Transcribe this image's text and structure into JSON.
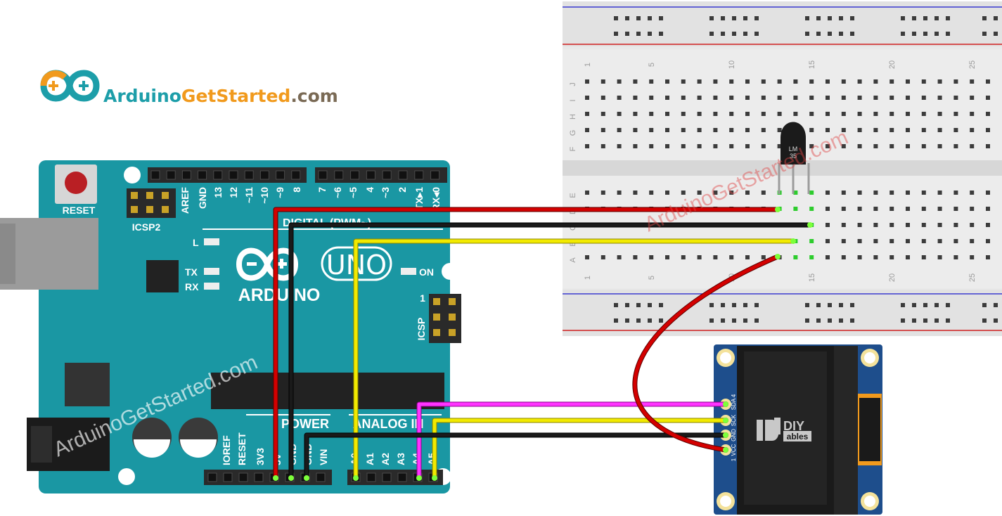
{
  "site": {
    "brand_part1": "Arduino",
    "brand_part2": "GetStarted",
    "brand_part3": ".com",
    "watermark": "ArduinoGetStarted.com"
  },
  "arduino": {
    "reset_label": "RESET",
    "icsp2_label": "ICSP2",
    "icsp_label": "ICSP",
    "icsp_pin1": "1",
    "logo_text": "ARDUINO",
    "model_text": "UNO",
    "digital_header": "DIGITAL (PWM~)",
    "power_header": "POWER",
    "analog_header": "ANALOG IN",
    "led_labels": [
      "L",
      "TX",
      "RX",
      "ON"
    ],
    "digital_pins": [
      "AREF",
      "GND",
      "13",
      "12",
      "~11",
      "~10",
      "~9",
      "8",
      "7",
      "~6",
      "~5",
      "4",
      "~3",
      "2",
      "TX▸1",
      "RX◂0"
    ],
    "power_pins": [
      "IOREF",
      "RESET",
      "3V3",
      "5V",
      "GND",
      "GND",
      "VIN"
    ],
    "analog_pins": [
      "A0",
      "A1",
      "A2",
      "A3",
      "A4",
      "A5"
    ]
  },
  "breadboard": {
    "row_letters_top": [
      "J",
      "I",
      "H",
      "G",
      "F"
    ],
    "row_letters_bottom": [
      "E",
      "D",
      "C",
      "B",
      "A"
    ],
    "column_numbers": [
      "1",
      "5",
      "10",
      "15",
      "20",
      "25"
    ]
  },
  "sensor": {
    "label_line1": "LM",
    "label_line2": "35"
  },
  "oled": {
    "brand_top": "DIY",
    "brand_bottom": "ables",
    "pins": [
      "SDA",
      "SCK",
      "GND",
      "VCC"
    ],
    "pin_first": "4",
    "pin_last": "1"
  },
  "colors": {
    "board": "#1a97a3",
    "wire_5v": "#cc0000",
    "wire_gnd": "#111111",
    "wire_signal": "#f2ea00",
    "wire_sda": "#ff33ff",
    "breadboard": "#e9e9e9"
  }
}
